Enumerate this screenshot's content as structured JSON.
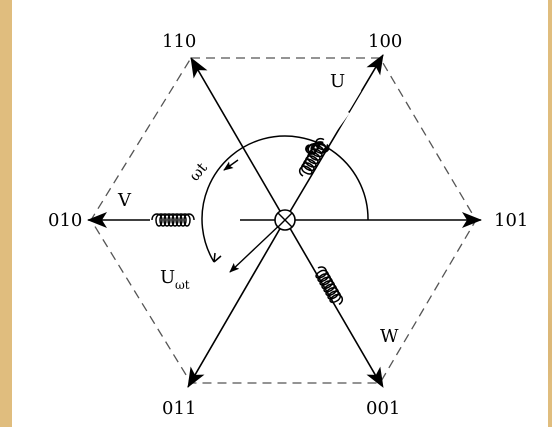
{
  "colors": {
    "background": "#e0bd7e",
    "panel": "#ffffff",
    "ink": "#000000"
  },
  "vertices": {
    "v100": "100",
    "v110": "110",
    "v010": "010",
    "v011": "011",
    "v001": "001",
    "v101": "101"
  },
  "coils": {
    "u": "U",
    "v": "V",
    "w": "W"
  },
  "angle_label": "ωt",
  "vector_label": {
    "main": "U",
    "subscript": "ωt"
  }
}
